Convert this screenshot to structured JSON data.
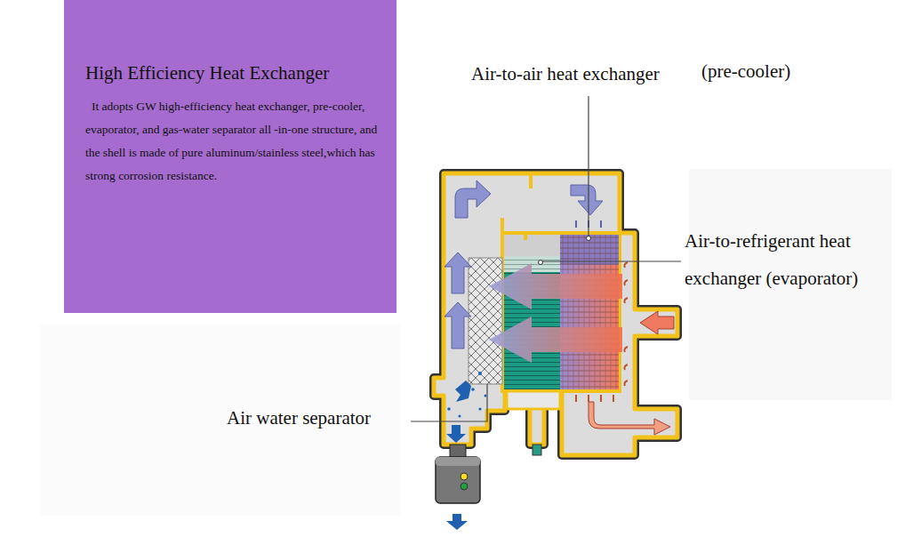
{
  "diagram": {
    "nodes": [
      {
        "text": [
          "High Efficiency Heat Exchanger",
          "It adopts GW high-efficiency heat exchanger, pre-cooler, evaporator, and gas-water separator all -in-one structure, and the shell is made of pure aluminum/stainless steel,which has strong corrosion resistance."
        ]
      }
    ],
    "labels": [
      "Air-to-air heat exchanger",
      "(pre-cooler)",
      "Air-to-refrigerant heat exchanger (evaporator)",
      "Air water separator"
    ]
  }
}
